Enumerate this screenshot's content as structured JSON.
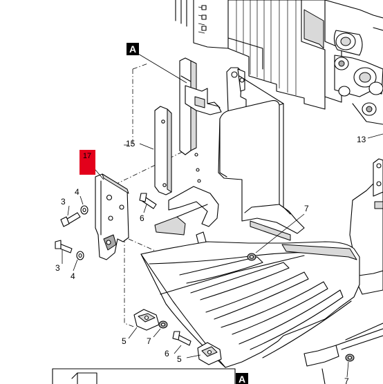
{
  "diagram": {
    "markers": {
      "view_marker_top": "A",
      "view_marker_bottom": "A"
    },
    "highlight": {
      "label": "17",
      "color": "#e3001b"
    },
    "parts": {
      "p3_upper": "3",
      "p4_upper": "4",
      "p3_lower": "3",
      "p4_lower": "4",
      "p5_left": "5",
      "p5_right": "5",
      "p6_upper": "6",
      "p6_lower": "6",
      "p7_right": "7",
      "p7_left": "7",
      "p7_bottom": "7",
      "p13": "13",
      "p15": "15"
    }
  }
}
